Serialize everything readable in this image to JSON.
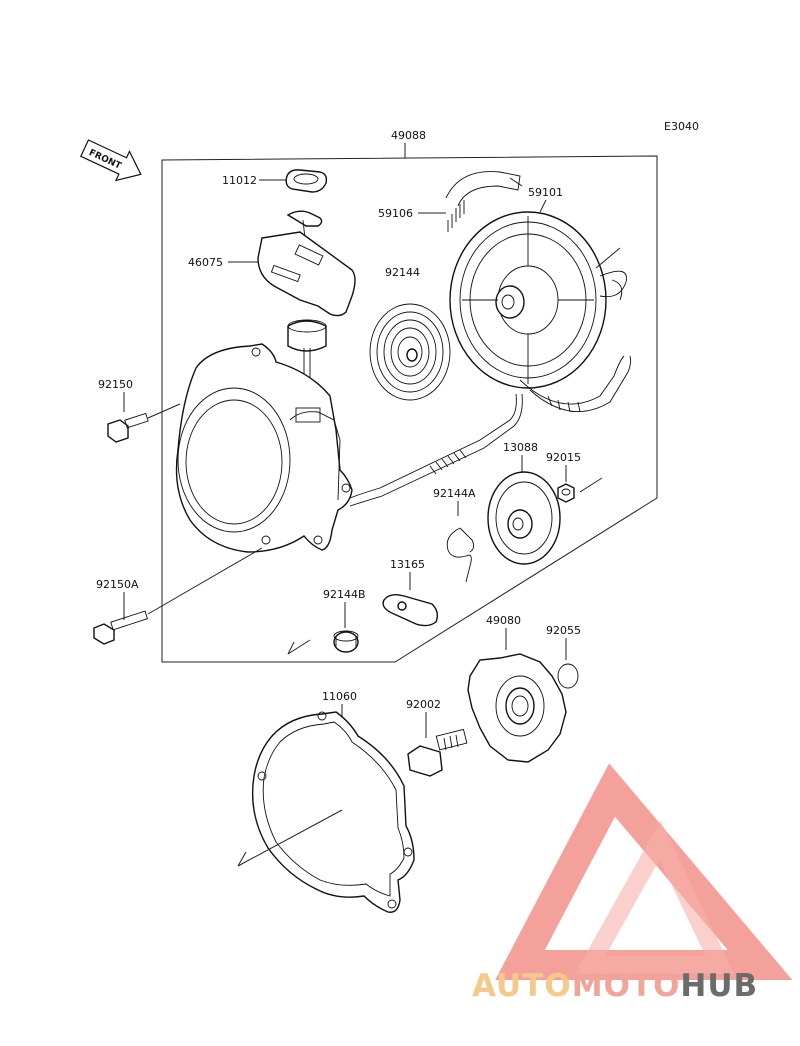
{
  "diagram_code": "E3040",
  "front_label": "FRONT",
  "parts": {
    "p49088": "49088",
    "p11012": "11012",
    "p59101": "59101",
    "p59106": "59106",
    "p46075": "46075",
    "p92144": "92144",
    "p92150": "92150",
    "p13088": "13088",
    "p92015": "92015",
    "p92144A": "92144A",
    "p13165": "13165",
    "p92150A": "92150A",
    "p92144B": "92144B",
    "p49080": "49080",
    "p92055": "92055",
    "p11060": "11060",
    "p92002": "92002"
  },
  "watermark": {
    "auto": "AUTO",
    "moto": "MOTO",
    "hub": "HUB",
    "colors": {
      "auto": "#f5c98a",
      "moto": "#f0a49a",
      "hub": "#6b6b6b",
      "triangle": "#f07f78"
    }
  }
}
